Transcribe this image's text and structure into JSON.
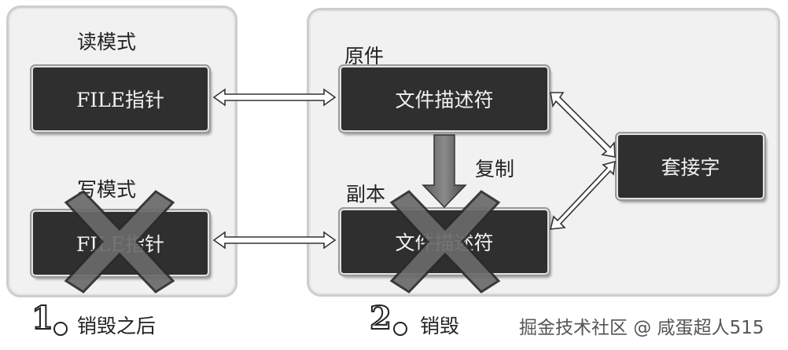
{
  "left_panel": {
    "read_mode_label": "读模式",
    "read_box": "FILE指针",
    "write_mode_label": "写模式",
    "write_box": "FILE指针"
  },
  "right_panel": {
    "original_label": "原件",
    "original_box": "文件描述符",
    "copy_action": "复制",
    "copy_label": "副本",
    "copy_box": "文件描述符",
    "socket_box": "套接字"
  },
  "footer": {
    "step1_number": "1",
    "step1_text": "销毁之后",
    "step2_number": "2",
    "step2_text": "销毁"
  },
  "watermark": "掘金技术社区 @ 咸蛋超人515"
}
